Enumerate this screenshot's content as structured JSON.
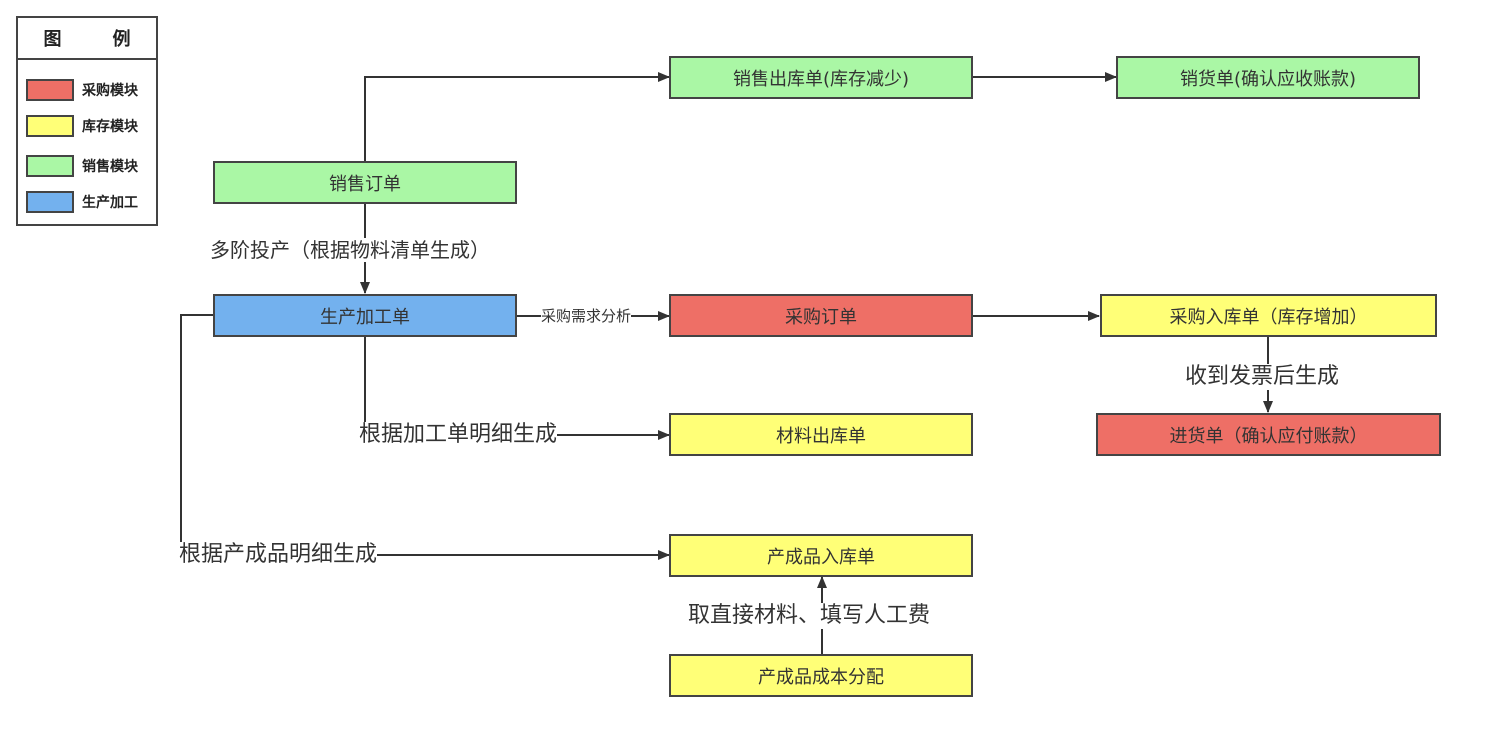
{
  "colors": {
    "purchase": "#ee6f66",
    "inventory": "#ffff77",
    "sales": "#aaf7a5",
    "production": "#73b1ee"
  },
  "legend": {
    "header": [
      "图",
      "例"
    ],
    "items": [
      {
        "label": "采购模块",
        "color": "#ee6f66"
      },
      {
        "label": "库存模块",
        "color": "#ffff77"
      },
      {
        "label": "销售模块",
        "color": "#aaf7a5"
      },
      {
        "label": "生产加工",
        "color": "#73b1ee"
      }
    ]
  },
  "nodes": {
    "sales_outbound": "销售出库单(库存减少)",
    "sales_invoice": "销货单(确认应收账款)",
    "sales_order": "销售订单",
    "production_order": "生产加工单",
    "purchase_order": "采购订单",
    "purchase_inbound": "采购入库单（库存增加）",
    "material_outbound": "材料出库单",
    "purchase_invoice": "进货单（确认应付账款）",
    "product_inbound": "产成品入库单",
    "product_cost": "产成品成本分配"
  },
  "edges": {
    "multi_stage": "多阶投产（根据物料清单生成）",
    "demand_analysis": "采购需求分析",
    "by_order_detail": "根据加工单明细生成",
    "after_invoice": "收到发票后生成",
    "by_product_detail": "根据产成品明细生成",
    "materials_labor": "取直接材料、填写人工费"
  }
}
